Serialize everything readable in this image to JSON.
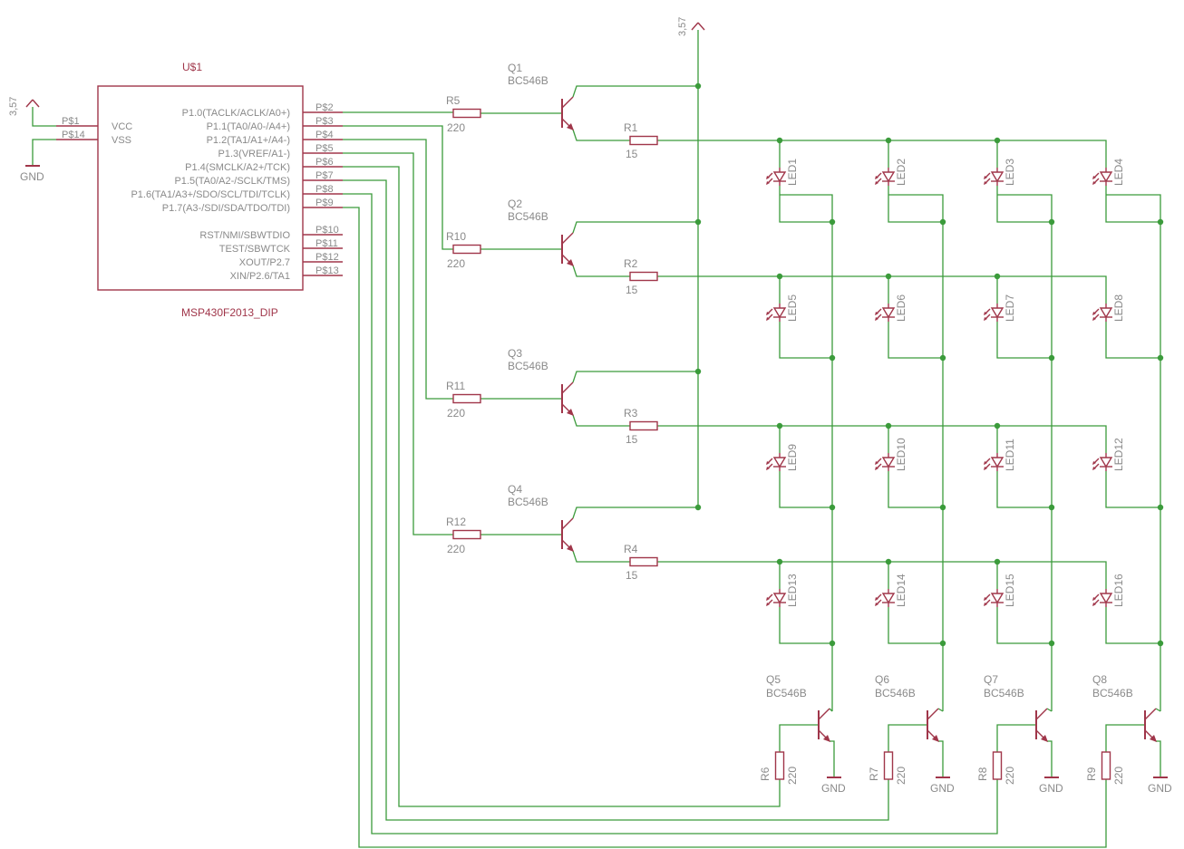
{
  "ic": {
    "name": "U$1",
    "value": "MSP430F2013_DIP",
    "power_pins": [
      "VCC",
      "VSS"
    ],
    "power_pin_numbers": [
      "P$1",
      "P$14"
    ],
    "left_pins": [
      "P1.0(TACLK/ACLK/A0+)",
      "P1.1(TA0/A0-/A4+)",
      "P1.2(TA1/A1+/A4-)",
      "P1.3(VREF/A1-)",
      "P1.4(SMCLK/A2+/TCK)",
      "P1.5(TA0/A2-/SCLK/TMS)",
      "P1.6(TA1/A3+/SDO/SCL/TDI/TCLK)",
      "P1.7(A3-/SDI/SDA/TDO/TDI)",
      "RST/NMI/SBWTDIO",
      "TEST/SBWTCK",
      "XOUT/P2.7",
      "XIN/P2.6/TA1"
    ],
    "left_pin_numbers": [
      "P$2",
      "P$3",
      "P$4",
      "P$5",
      "P$6",
      "P$7",
      "P$8",
      "P$9",
      "P$10",
      "P$11",
      "P$12",
      "P$13"
    ]
  },
  "supply": {
    "voltage": "3,57",
    "ground": "GND"
  },
  "row_drivers": [
    {
      "transistor": "Q1",
      "model": "BC546B",
      "base_resistor": "R5",
      "base_value": "220",
      "collector_resistor": "R1",
      "collector_value": "15"
    },
    {
      "transistor": "Q2",
      "model": "BC546B",
      "base_resistor": "R10",
      "base_value": "220",
      "collector_resistor": "R2",
      "collector_value": "15"
    },
    {
      "transistor": "Q3",
      "model": "BC546B",
      "base_resistor": "R11",
      "base_value": "220",
      "collector_resistor": "R3",
      "collector_value": "15"
    },
    {
      "transistor": "Q4",
      "model": "BC546B",
      "base_resistor": "R12",
      "base_value": "220",
      "collector_resistor": "R4",
      "collector_value": "15"
    }
  ],
  "column_drivers": [
    {
      "transistor": "Q5",
      "model": "BC546B",
      "resistor": "R6",
      "value": "220"
    },
    {
      "transistor": "Q6",
      "model": "BC546B",
      "resistor": "R7",
      "value": "220"
    },
    {
      "transistor": "Q7",
      "model": "BC546B",
      "resistor": "R8",
      "value": "220"
    },
    {
      "transistor": "Q8",
      "model": "BC546B",
      "resistor": "R9",
      "value": "220"
    }
  ],
  "leds": [
    "LED1",
    "LED2",
    "LED3",
    "LED4",
    "LED5",
    "LED6",
    "LED7",
    "LED8",
    "LED9",
    "LED10",
    "LED11",
    "LED12",
    "LED13",
    "LED14",
    "LED15",
    "LED16"
  ]
}
